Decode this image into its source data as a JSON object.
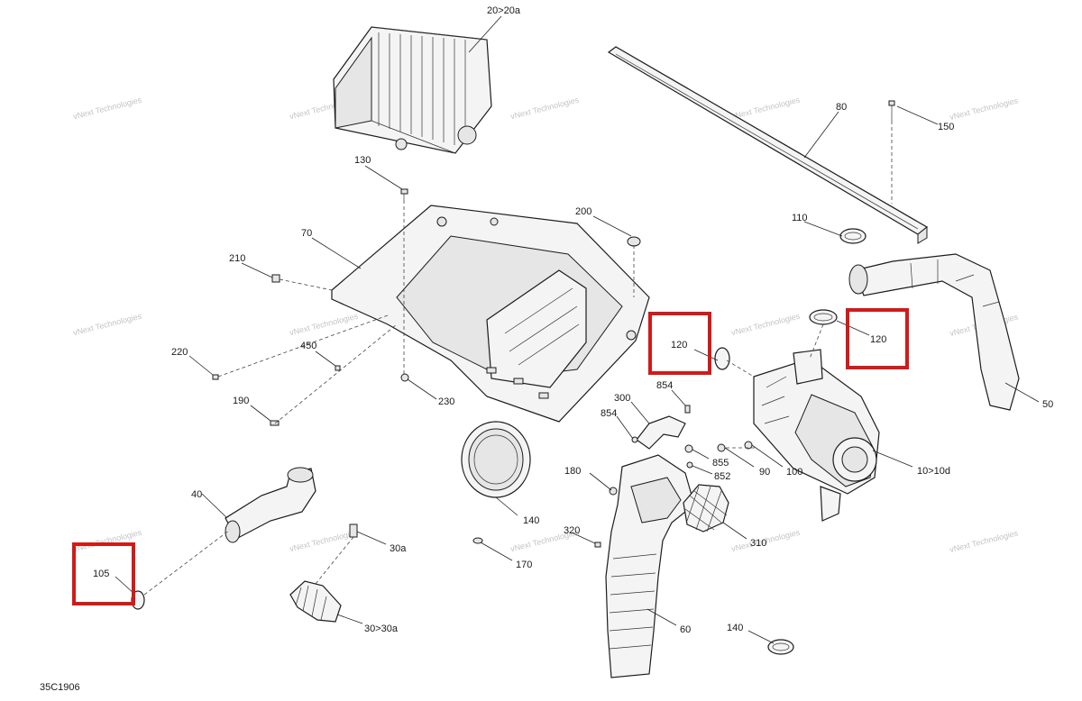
{
  "diagram_code": "35C1906",
  "watermark_text": "vNext Technologies",
  "highlight_color": "#d11a1a",
  "callouts": {
    "c20": "20>20a",
    "c80": "80",
    "c150": "150",
    "c130": "130",
    "c200": "200",
    "c110": "110",
    "c70": "70",
    "c210": "210",
    "c120a": "120",
    "c120b": "120",
    "c50": "50",
    "c220": "220",
    "c450": "450",
    "c190": "190",
    "c230": "230",
    "c300": "300",
    "c854a": "854",
    "c854b": "854",
    "c855": "855",
    "c90": "90",
    "c100": "100",
    "c852": "852",
    "c10": "10>10d",
    "c180": "180",
    "c40": "40",
    "c140a": "140",
    "c320": "320",
    "c310": "310",
    "c30a": "30a",
    "c170": "170",
    "c105": "105",
    "c30": "30>30a",
    "c60": "60",
    "c140b": "140"
  }
}
